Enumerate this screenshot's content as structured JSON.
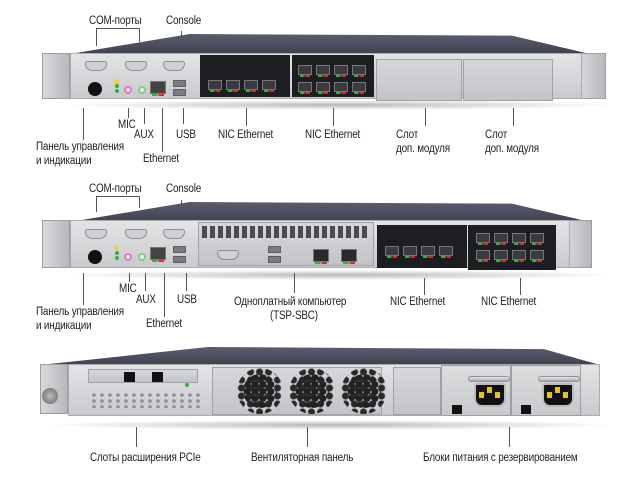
{
  "diagram": {
    "title": "",
    "devices": [
      {
        "id": "front-view-modular",
        "view": "front",
        "callouts": {
          "com_ports": "COM-порты",
          "console": "Console",
          "control_panel": [
            "Панель управления",
            "и индикации"
          ],
          "mic": "MIC",
          "aux": "AUX",
          "ethernet": "Ethernet",
          "usb": "USB",
          "nic1": "NIC Ethernet",
          "nic2": "NIC Ethernet",
          "slot1": [
            "Слот",
            "доп. модуля"
          ],
          "slot2": [
            "Слот",
            "доп. модуля"
          ]
        }
      },
      {
        "id": "front-view-sbc",
        "view": "front",
        "callouts": {
          "com_ports": "COM-порты",
          "console": "Console",
          "control_panel": [
            "Панель управления",
            "и индикации"
          ],
          "mic": "MIC",
          "aux": "AUX",
          "ethernet": "Ethernet",
          "usb": "USB",
          "sbc": [
            "Одноплатный компьютер",
            "(TSP-SBC)"
          ],
          "nic1": "NIC Ethernet",
          "nic2": "NIC Ethernet"
        }
      },
      {
        "id": "rear-view",
        "view": "rear",
        "callouts": {
          "pcie": "Слоты расширения PCIe",
          "fans": "Вентиляторная панель",
          "psu": "Блоки питания с резервированием"
        }
      }
    ],
    "colors": {
      "chassis_top": "#4a4c5a",
      "panel": "#d3d4d7",
      "nic_face": "#1d1e22",
      "led_green": "#2fb33a",
      "led_red": "#e0262a",
      "led_yellow": "#f2d51c",
      "power_pins": "#e6c21b",
      "callout_line": "#555555",
      "label_text": "#222222"
    }
  }
}
